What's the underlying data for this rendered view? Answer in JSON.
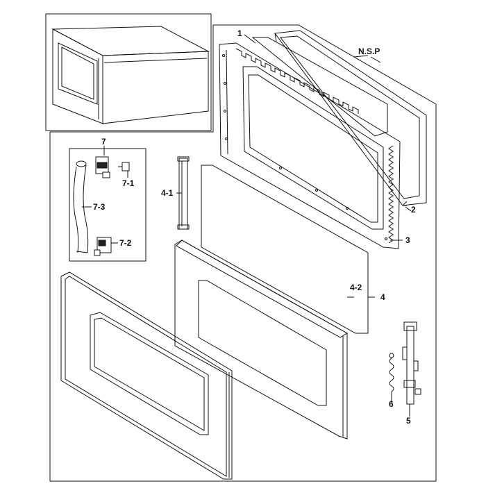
{
  "diagram": {
    "labels": {
      "p1": "1",
      "nsp": "N.S.P",
      "p2": "2",
      "p3": "3",
      "p4": "4",
      "p4_1": "4-1",
      "p4_2": "4-2",
      "p5": "5",
      "p6": "6",
      "p7": "7",
      "p7_1": "7-1",
      "p7_2": "7-2",
      "p7_3": "7-3"
    }
  }
}
